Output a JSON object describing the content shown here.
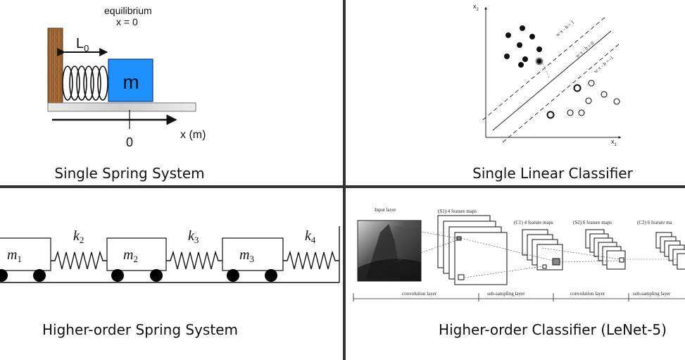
{
  "panels": {
    "spring": {
      "caption": "Single Spring System",
      "equilibrium": "equilibrium",
      "eq_value": "x = 0",
      "length_label": "L",
      "length_sub": "0",
      "mass_label": "m",
      "origin": "0",
      "axis_label": "x (m)"
    },
    "linear": {
      "caption": "Single Linear Classifier",
      "x2_label": "x",
      "x2_sub": "2",
      "x1_label": "x",
      "x1_sub": "1",
      "line_labels": [
        "w·x - b = 1",
        "w·x - b = 0",
        "w·x - b = -1"
      ]
    },
    "multi_spring": {
      "caption": "Higher-order Spring System",
      "masses": [
        "m",
        "m",
        "m"
      ],
      "mass_subs": [
        "1",
        "2",
        "3"
      ],
      "springs": [
        "k",
        "k",
        "k"
      ],
      "spring_subs": [
        "2",
        "3",
        "4"
      ]
    },
    "lenet": {
      "caption": "Higher-order Classifier (LeNet-5)",
      "stages": [
        "Input layer",
        "(S1) 4 feature maps",
        "(C1) 4 feature maps",
        "(S2) 6 feature maps",
        "(C2) 6 feature ma"
      ],
      "bottom_labels": [
        "convolution layer",
        "sub-sampling layer",
        "convolution layer",
        "sub-sampling layer"
      ]
    }
  },
  "colors": {
    "mass_fill": "#1e90ff",
    "wall_fill": "#a0693a",
    "divider": "#333333"
  }
}
